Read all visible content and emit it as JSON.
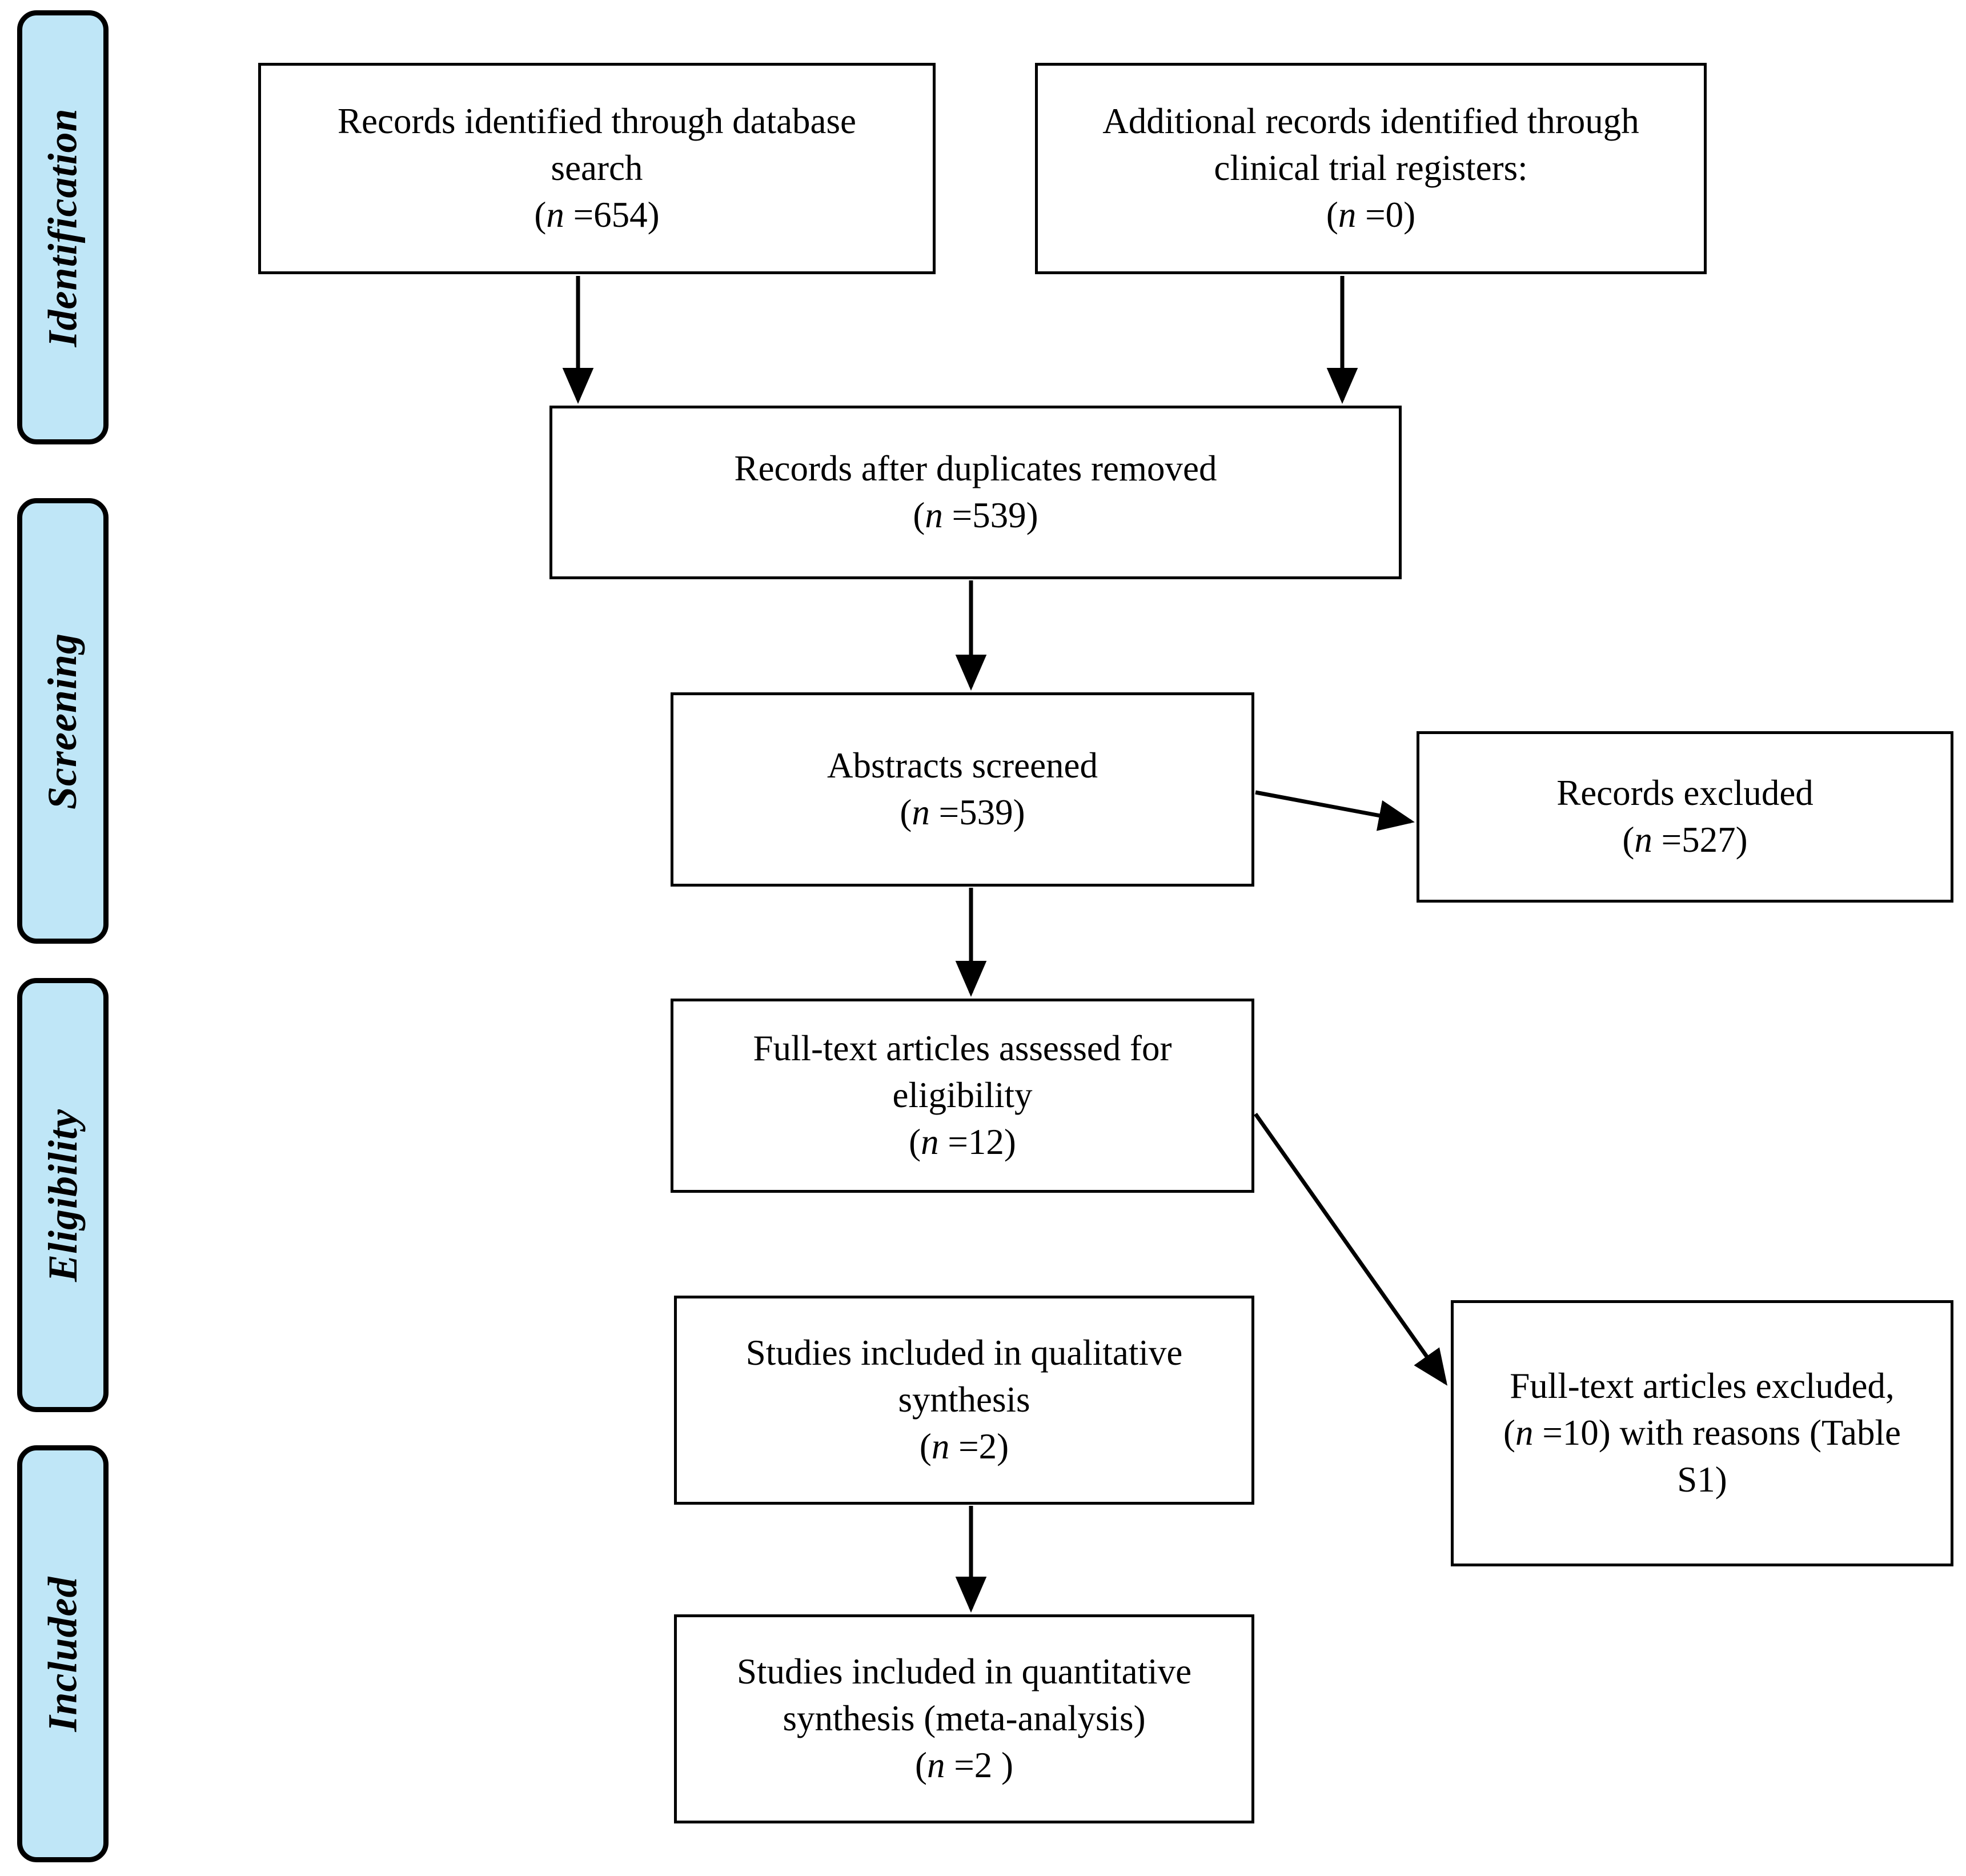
{
  "diagram": {
    "title": "PRISMA flow diagram",
    "accent_color": "#bfe6f7",
    "line_color": "#000000",
    "box_background": "#ffffff"
  },
  "stages": [
    {
      "id": "identification",
      "label": "Identification"
    },
    {
      "id": "screening",
      "label": "Screening"
    },
    {
      "id": "eligibility",
      "label": "Eligibility"
    },
    {
      "id": "included",
      "label": "Included"
    }
  ],
  "boxes": {
    "records_identified": {
      "line1": "Records identified through database",
      "line2": "search",
      "n_prefix": "(",
      "n_italic": "n",
      "n_value": " =654)"
    },
    "additional_records": {
      "line1": "Additional records identified through",
      "line2": "clinical trial registers:",
      "n_prefix": "(",
      "n_italic": "n",
      "n_value": " =0)"
    },
    "duplicates_removed": {
      "line1": "Records after duplicates removed",
      "n_prefix": "(",
      "n_italic": "n",
      "n_value": " =539)"
    },
    "abstracts_screened": {
      "line1": "Abstracts screened",
      "n_prefix": "(",
      "n_italic": "n",
      "n_value": " =539)"
    },
    "records_excluded": {
      "line1": "Records excluded",
      "n_prefix": "(",
      "n_italic": "n",
      "n_value": " =527)"
    },
    "fulltext_assessed": {
      "line1": "Full-text articles assessed  for",
      "line2": "eligibility",
      "n_prefix": "(",
      "n_italic": "n",
      "n_value": " =12)"
    },
    "fulltext_excluded": {
      "line1": "Full-text articles excluded,",
      "line2_prefix": "(",
      "line2_italic": "n",
      "line2_value": " =10) with reasons  (Table",
      "line3": "S1)"
    },
    "qualitative_synthesis": {
      "line1": "Studies included in qualitative",
      "line2": "synthesis",
      "n_prefix": "(",
      "n_italic": "n",
      "n_value": " =2)"
    },
    "quantitative_synthesis": {
      "line1": "Studies included in quantitative",
      "line2": "synthesis  (meta-analysis)",
      "n_prefix": "(",
      "n_italic": "n",
      "n_value": " =2 )"
    }
  }
}
